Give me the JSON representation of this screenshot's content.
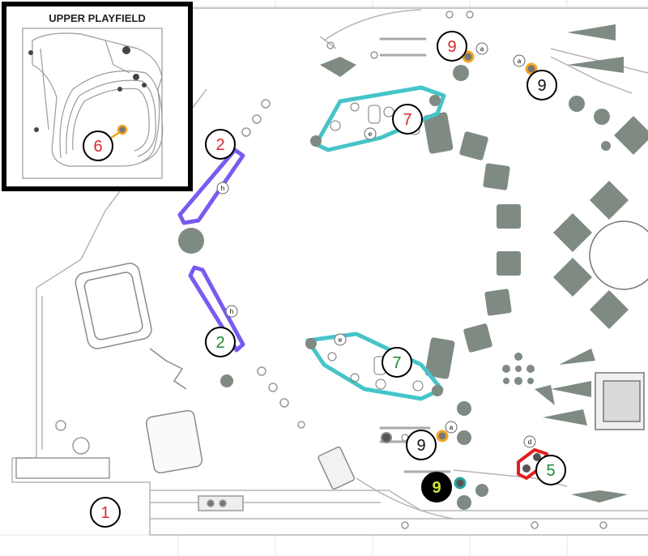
{
  "inset": {
    "title": "UPPER PLAYFIELD"
  },
  "callouts": [
    {
      "id": "c2-top",
      "label": "2",
      "color": "#d9262c"
    },
    {
      "id": "c2-bottom",
      "label": "2",
      "color": "#1a8a2e"
    },
    {
      "id": "c7-top",
      "label": "7",
      "color": "#d9262c"
    },
    {
      "id": "c7-bottom",
      "label": "7",
      "color": "#1a8a2e"
    },
    {
      "id": "c9-top-left",
      "label": "9",
      "color": "#d9262c"
    },
    {
      "id": "c9-top-right",
      "label": "9",
      "color": "#111111"
    },
    {
      "id": "c9-bottom",
      "label": "9",
      "color": "#111111"
    },
    {
      "id": "c9-black",
      "label": "9",
      "color": "#d4e33a"
    },
    {
      "id": "c5",
      "label": "5",
      "color": "#1a8a2e"
    },
    {
      "id": "c1",
      "label": "1",
      "color": "#d9262c"
    },
    {
      "id": "c6",
      "label": "6",
      "color": "#d9262c"
    }
  ],
  "part_letters": {
    "h1": "h",
    "h2": "h",
    "e1": "e",
    "e2": "e",
    "a1": "a",
    "a2": "a",
    "a3": "a",
    "d1": "d"
  },
  "colors": {
    "flipper": "#7a5af0",
    "slingshot": "#45c4c9",
    "post_highlight": "#f2a623",
    "kicker": "#e02020",
    "part": "#6e7a72"
  }
}
